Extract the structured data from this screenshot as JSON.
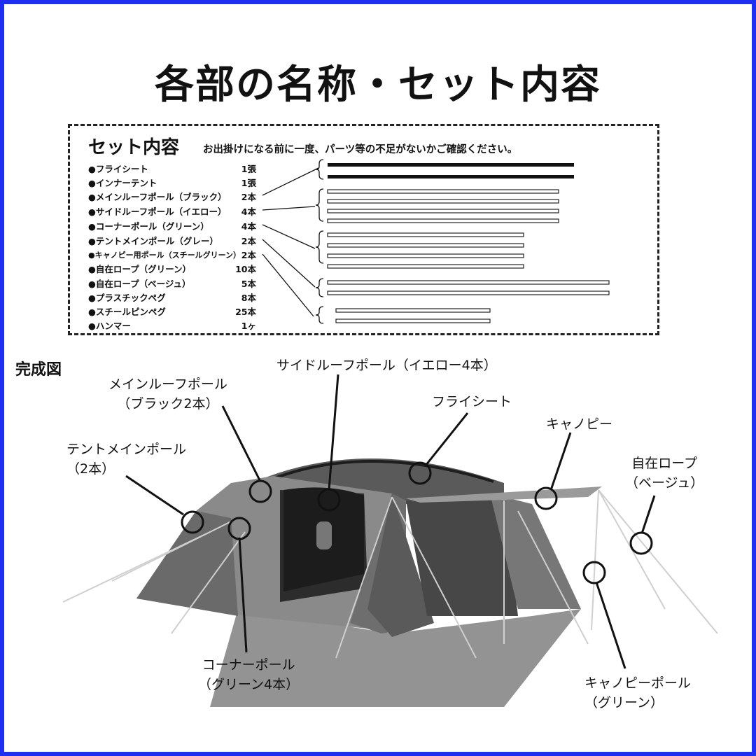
{
  "title": "各部の名称・セット内容",
  "set_contents": {
    "heading": "セット内容",
    "note": "お出掛けになる前に一度、パーツ等の不足がないかご確認ください。",
    "items": [
      {
        "name": "●フライシート",
        "qty": "1張"
      },
      {
        "name": "●インナーテント",
        "qty": "1張"
      },
      {
        "name": "●メインルーフポール（ブラック）",
        "qty": "2本"
      },
      {
        "name": "●サイドルーフポール（イエロー）",
        "qty": "4本"
      },
      {
        "name": "●コーナーポール（グリーン）",
        "qty": "4本"
      },
      {
        "name": "●テントメインポール（グレー）",
        "qty": "2本"
      },
      {
        "name": "●キャノピー用ポール（スチールグリーン）",
        "qty": "2本"
      },
      {
        "name": "●自在ロープ（グリーン）",
        "qty": "10本"
      },
      {
        "name": "●自在ロープ（ベージュ）",
        "qty": "5本"
      },
      {
        "name": "●プラスチックペグ",
        "qty": "8本"
      },
      {
        "name": "●スチールピンペグ",
        "qty": "25本"
      },
      {
        "name": "●ハンマー",
        "qty": "1ヶ"
      }
    ]
  },
  "diagram": {
    "heading": "完成図",
    "labels": {
      "side_roof_pole": "サイドルーフポール（イエロー4本）",
      "main_roof_pole_1": "メインルーフポール",
      "main_roof_pole_2": "（ブラック2本）",
      "fly_sheet": "フライシート",
      "canopy": "キャノピー",
      "tent_main_pole_1": "テントメインポール",
      "tent_main_pole_2": "（2本）",
      "rope_beige_1": "自在ロープ",
      "rope_beige_2": "（ベージュ）",
      "corner_pole_1": "コーナーポール",
      "corner_pole_2": "（グリーン4本）",
      "canopy_pole_1": "キャノピーポール",
      "canopy_pole_2": "（グリーン）"
    }
  }
}
